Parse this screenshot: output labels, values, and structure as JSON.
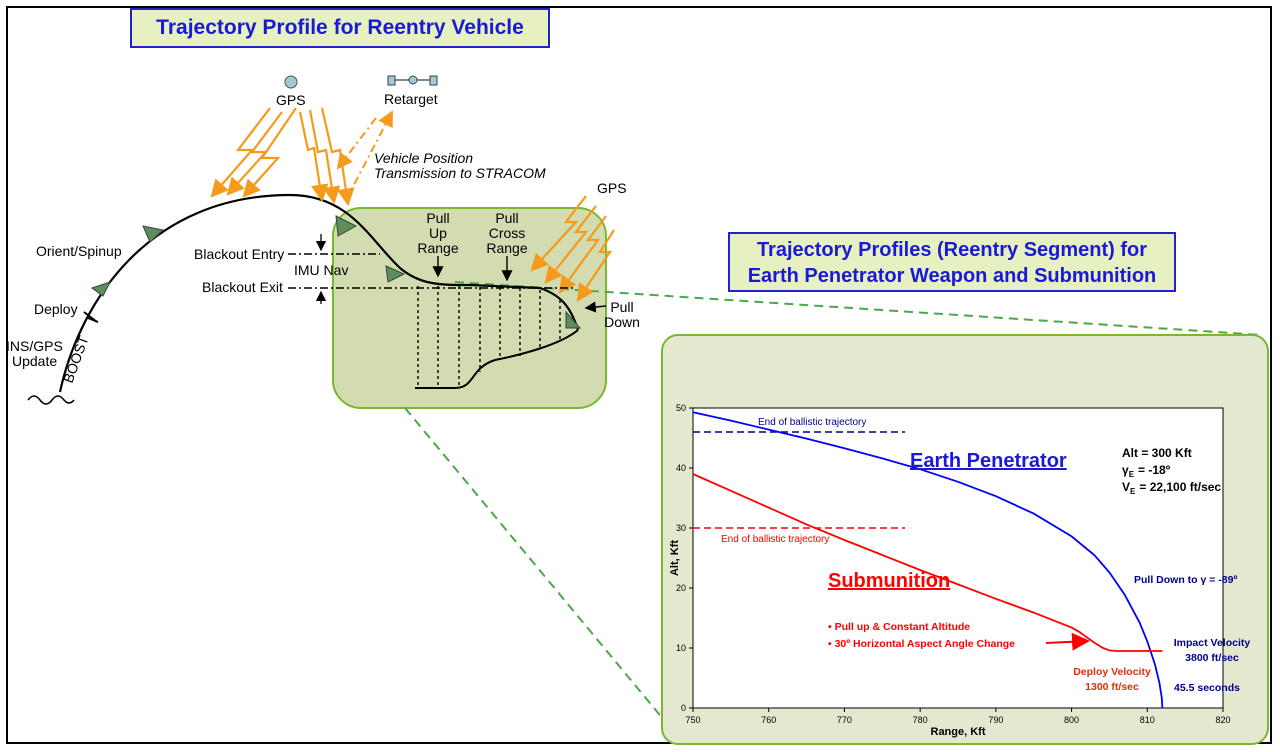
{
  "titles": {
    "main": "Trajectory Profile for Reentry Vehicle",
    "right_line1": "Trajectory Profiles (Reentry Segment) for",
    "right_line2": "Earth Penetrator Weapon and Submunition"
  },
  "labels": {
    "gps_top": "GPS",
    "retarget": "Retarget",
    "vehicle_position_line1": "Vehicle Position",
    "vehicle_position_line2": "Transmission to STRACOM",
    "gps_right": "GPS",
    "pull_up_range": [
      "Pull",
      "Up",
      "Range"
    ],
    "pull_cross_range": [
      "Pull",
      "Cross",
      "Range"
    ],
    "pull_down": [
      "Pull",
      "Down"
    ],
    "orient_spinup": "Orient/Spinup",
    "blackout_entry": "Blackout Entry",
    "imu_nav": "IMU Nav",
    "blackout_exit": "Blackout Exit",
    "deploy": "Deploy",
    "ins_gps_update": [
      "INS/GPS",
      "Update"
    ],
    "boost": "BOOST"
  },
  "colors": {
    "title_text": "#1a1ad6",
    "title_bg": "#e6f0c0",
    "panel_bg": "#e3e8cf",
    "panel_border": "#7ab830",
    "zoom_bg": "#d2dcb0",
    "lightning": "#f59a1a",
    "vehicle": "#5e8c60",
    "earth_penetrator": "#0000ff",
    "submunition": "#ff0000",
    "dashed_green": "#4aa84a"
  },
  "chart_data": {
    "type": "line",
    "xlabel": "Range, Kft",
    "ylabel": "Alt, Kft",
    "xlim": [
      750,
      820
    ],
    "ylim": [
      0,
      50
    ],
    "xticks": [
      "750",
      "760",
      "770",
      "780",
      "790",
      "800",
      "810",
      "820"
    ],
    "yticks": [
      "0",
      "10",
      "20",
      "30",
      "40",
      "50"
    ],
    "series": [
      {
        "name": "Earth Penetrator",
        "color": "#0000ff",
        "x": [
          750,
          755,
          760,
          765,
          770,
          775,
          780,
          785,
          790,
          795,
          800,
          803,
          805,
          807,
          809,
          810,
          811,
          811.6,
          811.9,
          812
        ],
        "y": [
          49.3,
          47.9,
          46.4,
          44.9,
          43.3,
          41.6,
          39.8,
          37.7,
          35.3,
          32.4,
          28.6,
          25.5,
          22.6,
          18.9,
          14.2,
          11.1,
          7.3,
          4.2,
          1.8,
          0
        ]
      },
      {
        "name": "Submunition",
        "color": "#ff0000",
        "x": [
          750,
          755,
          760,
          765,
          770,
          775,
          780,
          785,
          790,
          795,
          800,
          801,
          802,
          803,
          804,
          805,
          806,
          808,
          810,
          812
        ],
        "y": [
          39.0,
          36.2,
          33.4,
          30.6,
          28.0,
          25.5,
          23.0,
          20.6,
          18.2,
          15.9,
          13.4,
          12.7,
          11.8,
          10.9,
          10.1,
          9.6,
          9.5,
          9.5,
          9.5,
          9.5
        ]
      }
    ],
    "reference_lines": [
      {
        "label": "End of ballistic trajectory",
        "y": 46,
        "x": [
          750,
          778
        ],
        "color": "#000080"
      },
      {
        "label": "End of ballistic trajectory",
        "y": 30,
        "x": [
          750,
          778
        ],
        "color": "#ff0000"
      }
    ],
    "annotations": {
      "earth_penetrator_label": "Earth Penetrator",
      "submunition_label": "Submunition",
      "alt": "Alt = 300 Kft",
      "gamma_e": "= -18º",
      "v_e": "= 22,100 ft/sec",
      "pull_down_to": "Pull Down to γ = -89º",
      "bullet1": "• Pull up & Constant Altitude",
      "bullet2": "• 30º Horizontal Aspect Angle Change",
      "deploy_velocity_line1": "Deploy Velocity",
      "deploy_velocity_line2": "1300 ft/sec",
      "impact_velocity_line1": "Impact Velocity",
      "impact_velocity_line2": "3800 ft/sec",
      "seconds": "45.5 seconds"
    }
  }
}
